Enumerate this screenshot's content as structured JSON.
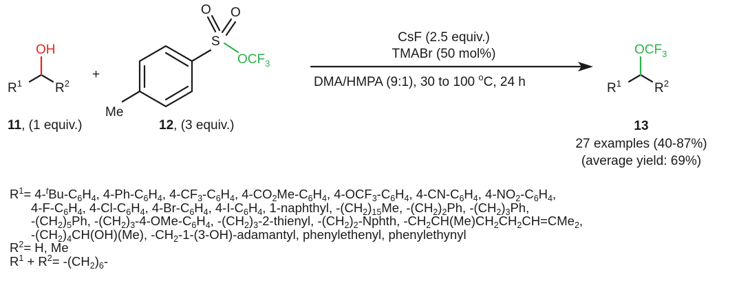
{
  "scheme": {
    "reactant_alcohol": {
      "oh_label": "OH",
      "r1_base": "R",
      "r1_sup": "1",
      "r2_base": "R",
      "r2_sup": "2",
      "id_number": "11",
      "equiv_text": ", (1 equiv.)"
    },
    "plus_sign": "+",
    "reagent_triflate": {
      "me_label": "Me",
      "s_label": "S",
      "o_top_label": "O",
      "o_right_label": "O",
      "ocf3_label": "OCF",
      "ocf3_sub": "3",
      "id_number": "12",
      "equiv_text": ", (3 equiv.)"
    },
    "conditions": {
      "line1": "CsF (2.5 equiv.)",
      "line2": "TMABr (50 mol%)",
      "line3_prefix": "DMA/HMPA (9:1), 30 to 100 ",
      "line3_deg": "o",
      "line3_suffix": "C, 24 h"
    },
    "product": {
      "ocf3_label": "OCF",
      "ocf3_sub": "3",
      "r1_base": "R",
      "r1_sup": "1",
      "r2_base": "R",
      "r2_sup": "2",
      "id_number": "13",
      "examples_text": "27 examples (40-87%)",
      "average_text": "(average yield: 69%)"
    },
    "colors": {
      "hydroxyl_red": "#e8241c",
      "trifluoromethoxy_green": "#2bb24c",
      "ink": "#1a1a1a"
    }
  },
  "substituent_scope": {
    "r1_label_base": "R",
    "r1_label_sup": "1",
    "r1_label_eq": "= ",
    "r1_line1": "4-",
    "r1_tbu_sup": "t",
    "r1_line1_a": "Bu-C",
    "r1_line1_b": "H",
    "r1_line1_c": ", 4-Ph-C",
    "r1_line1_d": "H",
    "r1_line1_e": ", 4-CF",
    "r1_line1_f": "-C",
    "r1_line1_g": "H",
    "r1_line1_h": ", 4-CO",
    "r1_line1_i": "Me-C",
    "r1_line1_j": "H",
    "r1_line1_k": ", 4-OCF",
    "r1_line1_l": "-C",
    "r1_line1_m": "H",
    "r1_line1_n": ", 4-CN-C",
    "r1_line1_o": "H",
    "r1_line1_p": ", 4-NO",
    "r1_line1_q": "-C",
    "r1_line1_r": "H",
    "r1_line1_s": ",",
    "r1_line2_a": "4-F-C",
    "r1_line2_b": "H",
    "r1_line2_c": ", 4-Cl-C",
    "r1_line2_d": "H",
    "r1_line2_e": ", 4-Br-C",
    "r1_line2_f": "H",
    "r1_line2_g": ", 4-I-C",
    "r1_line2_h": "H",
    "r1_line2_i": ", 1-naphthyl, -(CH",
    "r1_line2_j": ")",
    "r1_line2_k": "Me, -(CH",
    "r1_line2_l": ")",
    "r1_line2_m": "Ph, -(CH",
    "r1_line2_n": ")",
    "r1_line2_o": "Ph,",
    "r1_line3_a": "-(CH",
    "r1_line3_b": ")",
    "r1_line3_c": "Ph, -(CH",
    "r1_line3_d": ")",
    "r1_line3_e": "-4-OMe-C",
    "r1_line3_f": "H",
    "r1_line3_g": ", -(CH",
    "r1_line3_h": ")",
    "r1_line3_i": "-2-thienyl, -(CH",
    "r1_line3_j": ")",
    "r1_line3_k": "-Nphth, -CH",
    "r1_line3_l": "CH(Me)CH",
    "r1_line3_m": "CH",
    "r1_line3_n": "CH=CMe",
    "r1_line3_o": ",",
    "r1_line4_a": "-(CH",
    "r1_line4_b": ")",
    "r1_line4_c": "CH(OH)(Me), -CH",
    "r1_line4_d": "-1-(3-OH)-adamantyl, phenylethenyl, phenylethynyl",
    "r2_label_base": "R",
    "r2_label_sup": "2",
    "r2_text": "= H, Me",
    "combo_r1_base": "R",
    "combo_r1_sup": "1",
    "combo_plus": " + R",
    "combo_r2_sup": "2",
    "combo_eq": "= -(CH",
    "combo_close": ")",
    "combo_end": "-",
    "subscripts": {
      "s6": "6",
      "s3": "3",
      "s2": "2",
      "s15": "15",
      "s5": "5",
      "s4": "4"
    }
  }
}
